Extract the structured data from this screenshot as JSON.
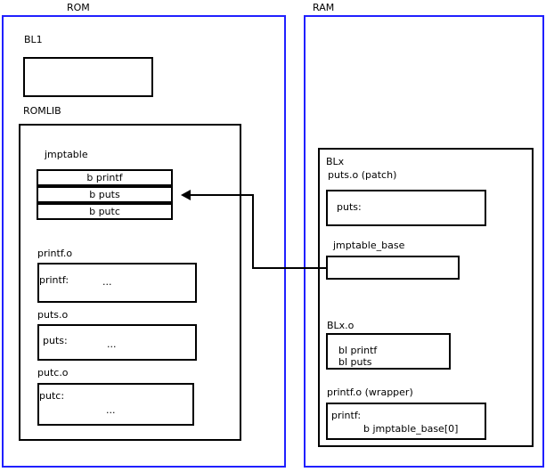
{
  "diagram": {
    "regions": [
      {
        "id": "rom",
        "title": "ROM"
      },
      {
        "id": "ram",
        "title": "RAM"
      }
    ],
    "rom": {
      "bl1": {
        "label": "BL1"
      },
      "romlib": {
        "label": "ROMLIB",
        "jmptable": {
          "label": "jmptable",
          "entries": [
            {
              "text": "b printf"
            },
            {
              "text": "b puts"
            },
            {
              "text": "b putc"
            }
          ]
        },
        "objects": [
          {
            "label": "printf.o",
            "symbol": "printf:",
            "body": "..."
          },
          {
            "label": "puts.o",
            "symbol": "puts:",
            "body": "..."
          },
          {
            "label": "putc.o",
            "symbol": "putc:",
            "body": "..."
          }
        ]
      }
    },
    "ram": {
      "blx": {
        "label": "BLx",
        "patch": {
          "label": "puts.o (patch)",
          "symbol": "puts:"
        },
        "jmptable_base": {
          "label": "jmptable_base"
        },
        "blx_o": {
          "label": "BLx.o",
          "line1": "bl printf",
          "line2": "bl puts"
        },
        "wrapper": {
          "label": "printf.o (wrapper)",
          "symbol": "printf:",
          "instruction": "b jmptable_base[0]"
        }
      }
    },
    "connector": {
      "name": "jmptable-base-to-b-puts",
      "from": "jmptable_base",
      "to": "b puts"
    },
    "colors": {
      "region_border": "#2020ff",
      "box_border": "#000000",
      "background": "#ffffff",
      "text": "#000000"
    }
  }
}
